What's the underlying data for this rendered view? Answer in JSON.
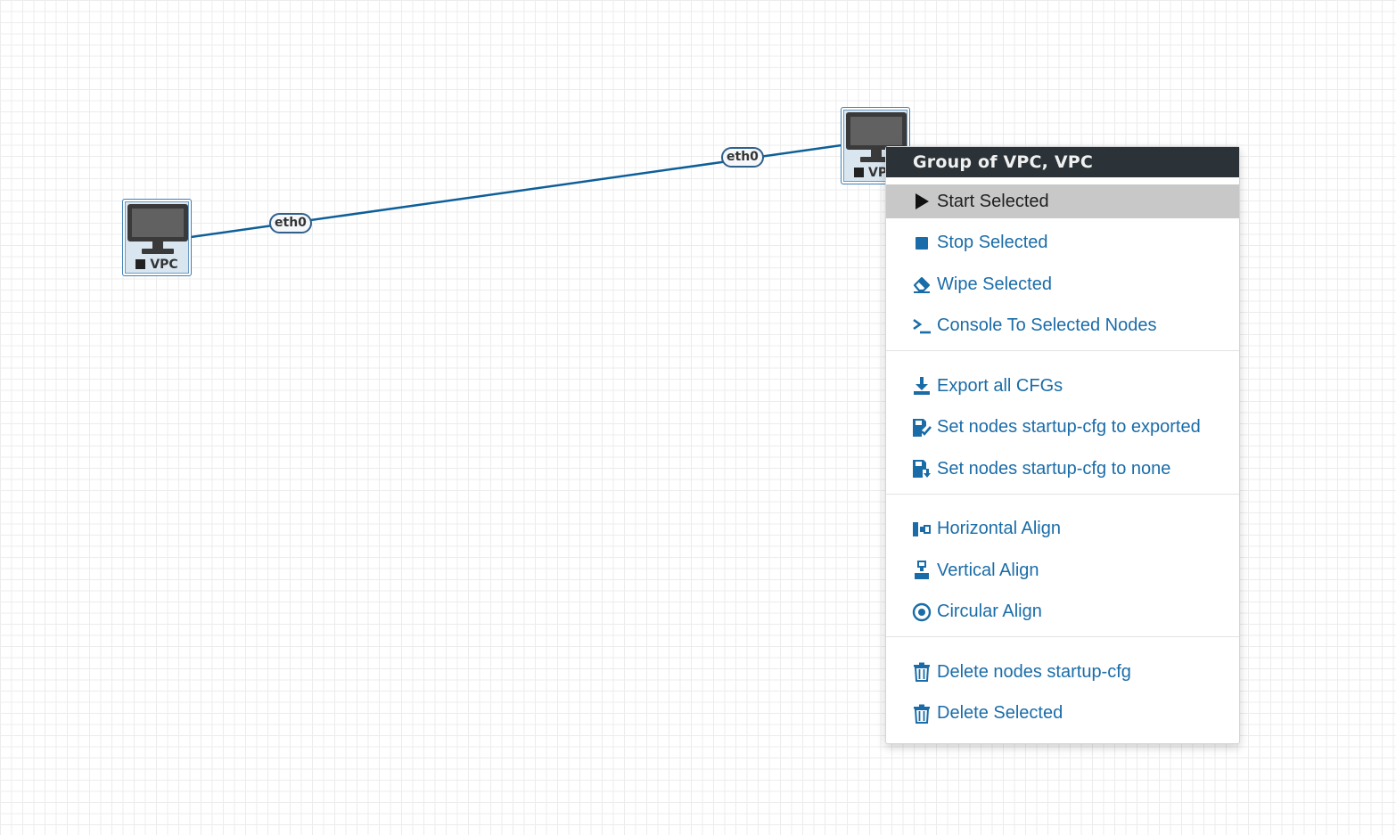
{
  "canvas": {
    "grid_color": "#ececec",
    "link_color": "#0e5f99"
  },
  "nodes": [
    {
      "id": "vpc1",
      "label": "VPC",
      "state": "stopped",
      "icon": "monitor-icon"
    },
    {
      "id": "vpc2",
      "label": "VP",
      "state": "stopped",
      "icon": "monitor-icon"
    }
  ],
  "links": [
    {
      "from": "vpc1",
      "to": "vpc2",
      "from_port": "eth0",
      "to_port": "eth0"
    }
  ],
  "context_menu": {
    "title": "Group of VPC, VPC",
    "groups": [
      [
        {
          "label": "Start Selected",
          "icon": "play-icon",
          "active": true
        },
        {
          "label": "Stop Selected",
          "icon": "stop-icon"
        },
        {
          "label": "Wipe Selected",
          "icon": "eraser-icon"
        },
        {
          "label": "Console To Selected Nodes",
          "icon": "terminal-icon"
        }
      ],
      [
        {
          "label": "Export all CFGs",
          "icon": "download-icon"
        },
        {
          "label": "Set nodes startup-cfg to exported",
          "icon": "save-check-icon"
        },
        {
          "label": "Set nodes startup-cfg to none",
          "icon": "save-arrow-icon"
        }
      ],
      [
        {
          "label": "Horizontal Align",
          "icon": "horizontal-align-icon"
        },
        {
          "label": "Vertical Align",
          "icon": "vertical-align-icon"
        },
        {
          "label": "Circular Align",
          "icon": "circle-dot-icon"
        }
      ],
      [
        {
          "label": "Delete nodes startup-cfg",
          "icon": "trash-icon"
        },
        {
          "label": "Delete Selected",
          "icon": "trash-icon"
        }
      ]
    ]
  }
}
